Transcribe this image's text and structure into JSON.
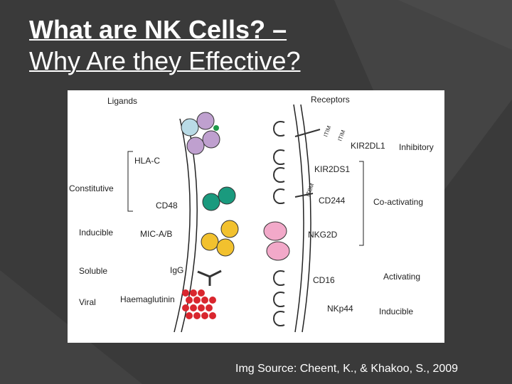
{
  "slide": {
    "title_line1": "What are NK Cells? –",
    "title_line2": "Why Are they Effective?",
    "credit": "Img Source: Cheent, K., & Khakoo, S., 2009"
  },
  "diagram": {
    "header_ligands": "Ligands",
    "header_receptors": "Receptors",
    "categories_left": {
      "constitutive": "Constitutive",
      "inducible": "Inducible",
      "soluble": "Soluble",
      "viral": "Viral"
    },
    "ligands": {
      "hla_c": "HLA-C",
      "cd48": "CD48",
      "mic_ab": "MIC-A/B",
      "igg": "IgG",
      "haemaglutinin": "Haemaglutinin"
    },
    "motifs": {
      "itim_1": "ITIM",
      "itim_2": "ITIM",
      "itsm": "ITSM"
    },
    "receptors": {
      "kir2dl1": "KIR2DL1",
      "kir2ds1": "KIR2DS1",
      "cd244": "CD244",
      "nkg2d": "NKG2D",
      "cd16": "CD16",
      "nkp44": "NKp44"
    },
    "categories_right": {
      "inhibitory": "Inhibitory",
      "co_activating": "Co-activating",
      "activating": "Activating",
      "inducible": "Inducible"
    },
    "colors": {
      "hla_light_blue": "#b9dbe6",
      "hla_purple": "#bfa0cf",
      "peptide_green": "#1f9a4a",
      "cd48_teal": "#1a9a7e",
      "mic_yellow": "#f2c12e",
      "nkg2d_pink": "#f2a9c9",
      "haemaglutinin_red": "#d9262e",
      "membrane_line": "#222222"
    }
  }
}
